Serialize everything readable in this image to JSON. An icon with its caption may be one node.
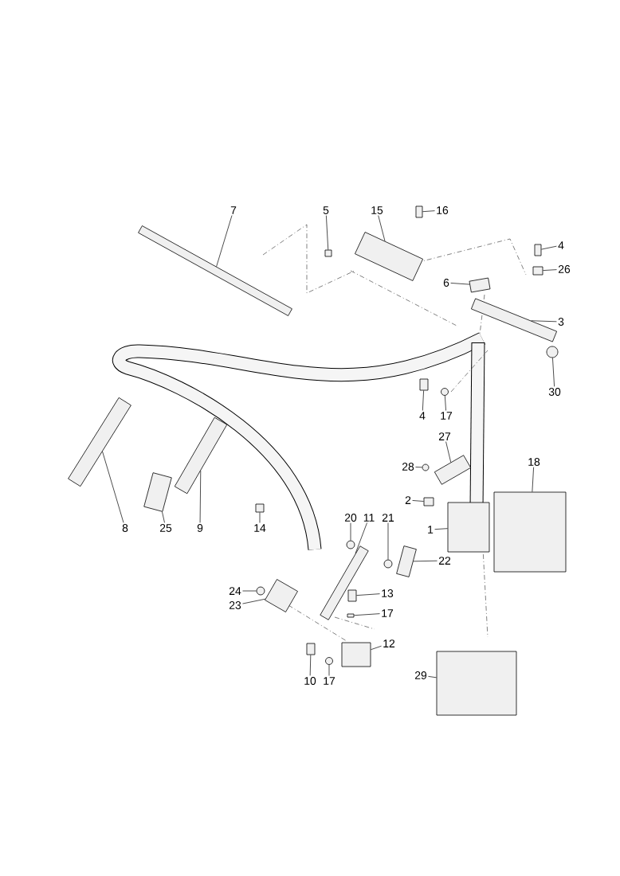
{
  "diagram": {
    "nodes": [
      {
        "text": [
          "7"
        ]
      },
      {
        "text": [],
        "shape": "box"
      },
      {
        "text": [
          "5"
        ]
      },
      {
        "text": [],
        "shape": "box"
      },
      {
        "text": [
          "15"
        ]
      },
      {
        "text": [],
        "shape": "box"
      },
      {
        "text": [
          "16"
        ]
      },
      {
        "text": [],
        "shape": "box"
      },
      {
        "text": [
          "4"
        ]
      },
      {
        "text": [],
        "shape": "box"
      },
      {
        "text": [
          "26"
        ]
      },
      {
        "text": [],
        "shape": "box"
      },
      {
        "text": [
          "6"
        ]
      },
      {
        "text": [],
        "shape": "box"
      },
      {
        "text": [
          "3"
        ]
      },
      {
        "text": [],
        "shape": "box"
      },
      {
        "text": [
          "30"
        ]
      },
      {
        "text": [],
        "shape": "circle"
      },
      {
        "text": [
          "4"
        ]
      },
      {
        "text": [],
        "shape": "box"
      },
      {
        "text": [
          "17"
        ]
      },
      {
        "text": [],
        "shape": "circle"
      },
      {
        "text": [
          "27"
        ]
      },
      {
        "text": [],
        "shape": "box"
      },
      {
        "text": [
          "28"
        ]
      },
      {
        "text": [],
        "shape": "circle"
      },
      {
        "text": [
          "18"
        ]
      },
      {
        "text": [],
        "shape": "box"
      },
      {
        "text": [
          "2"
        ]
      },
      {
        "text": [],
        "shape": "box"
      },
      {
        "text": [
          "1"
        ]
      },
      {
        "text": [],
        "shape": "box"
      },
      {
        "text": [
          "8"
        ]
      },
      {
        "text": [],
        "shape": "box"
      },
      {
        "text": [
          "25"
        ]
      },
      {
        "text": [],
        "shape": "box"
      },
      {
        "text": [
          "9"
        ]
      },
      {
        "text": [],
        "shape": "box"
      },
      {
        "text": [
          "14"
        ]
      },
      {
        "text": [],
        "shape": "box"
      },
      {
        "text": [
          "20"
        ]
      },
      {
        "text": [],
        "shape": "circle"
      },
      {
        "text": [
          "11"
        ]
      },
      {
        "text": [],
        "shape": "box"
      },
      {
        "text": [
          "21"
        ]
      },
      {
        "text": [],
        "shape": "circle"
      },
      {
        "text": [
          "22"
        ]
      },
      {
        "text": [],
        "shape": "box"
      },
      {
        "text": [
          "24"
        ]
      },
      {
        "text": [],
        "shape": "circle"
      },
      {
        "text": [
          "23"
        ]
      },
      {
        "text": [],
        "shape": "box"
      },
      {
        "text": [
          "13"
        ]
      },
      {
        "text": [],
        "shape": "box"
      },
      {
        "text": [
          "17"
        ]
      },
      {
        "text": [],
        "shape": "box"
      },
      {
        "text": [
          "12"
        ]
      },
      {
        "text": [],
        "shape": "box"
      },
      {
        "text": [
          "10"
        ]
      },
      {
        "text": [],
        "shape": "box"
      },
      {
        "text": [
          "17"
        ]
      },
      {
        "text": [],
        "shape": "circle"
      },
      {
        "text": [
          "29"
        ]
      },
      {
        "text": [],
        "shape": "box"
      }
    ],
    "edges": [
      {
        "from": 0,
        "to": 1,
        "arrow": "none"
      },
      {
        "from": 2,
        "to": 3,
        "arrow": "none"
      },
      {
        "from": 4,
        "to": 5,
        "arrow": "none"
      },
      {
        "from": 6,
        "to": 7,
        "arrow": "none"
      },
      {
        "from": 8,
        "to": 9,
        "arrow": "none"
      },
      {
        "from": 10,
        "to": 11,
        "arrow": "none"
      },
      {
        "from": 12,
        "to": 13,
        "arrow": "none"
      },
      {
        "from": 14,
        "to": 15,
        "arrow": "none"
      },
      {
        "from": 16,
        "to": 17,
        "arrow": "none"
      },
      {
        "from": 18,
        "to": 19,
        "arrow": "none"
      },
      {
        "from": 20,
        "to": 21,
        "arrow": "none"
      },
      {
        "from": 22,
        "to": 23,
        "arrow": "none"
      },
      {
        "from": 24,
        "to": 25,
        "arrow": "none"
      },
      {
        "from": 26,
        "to": 27,
        "arrow": "none"
      },
      {
        "from": 28,
        "to": 29,
        "arrow": "none"
      },
      {
        "from": 30,
        "to": 31,
        "arrow": "none"
      },
      {
        "from": 32,
        "to": 33,
        "arrow": "none"
      },
      {
        "from": 34,
        "to": 35,
        "arrow": "none"
      },
      {
        "from": 36,
        "to": 37,
        "arrow": "none"
      },
      {
        "from": 38,
        "to": 39,
        "arrow": "none"
      },
      {
        "from": 40,
        "to": 41,
        "arrow": "none"
      },
      {
        "from": 42,
        "to": 43,
        "arrow": "none"
      },
      {
        "from": 44,
        "to": 45,
        "arrow": "none"
      },
      {
        "from": 46,
        "to": 47,
        "arrow": "none"
      },
      {
        "from": 48,
        "to": 49,
        "arrow": "none"
      },
      {
        "from": 50,
        "to": 51,
        "arrow": "none"
      },
      {
        "from": 52,
        "to": 53,
        "arrow": "none"
      },
      {
        "from": 54,
        "to": 55,
        "arrow": "none"
      },
      {
        "from": 56,
        "to": 57,
        "arrow": "none"
      },
      {
        "from": 58,
        "to": 59,
        "arrow": "none"
      },
      {
        "from": 60,
        "to": 61,
        "arrow": "none"
      },
      {
        "from": 62,
        "to": 63,
        "arrow": "none"
      }
    ]
  }
}
